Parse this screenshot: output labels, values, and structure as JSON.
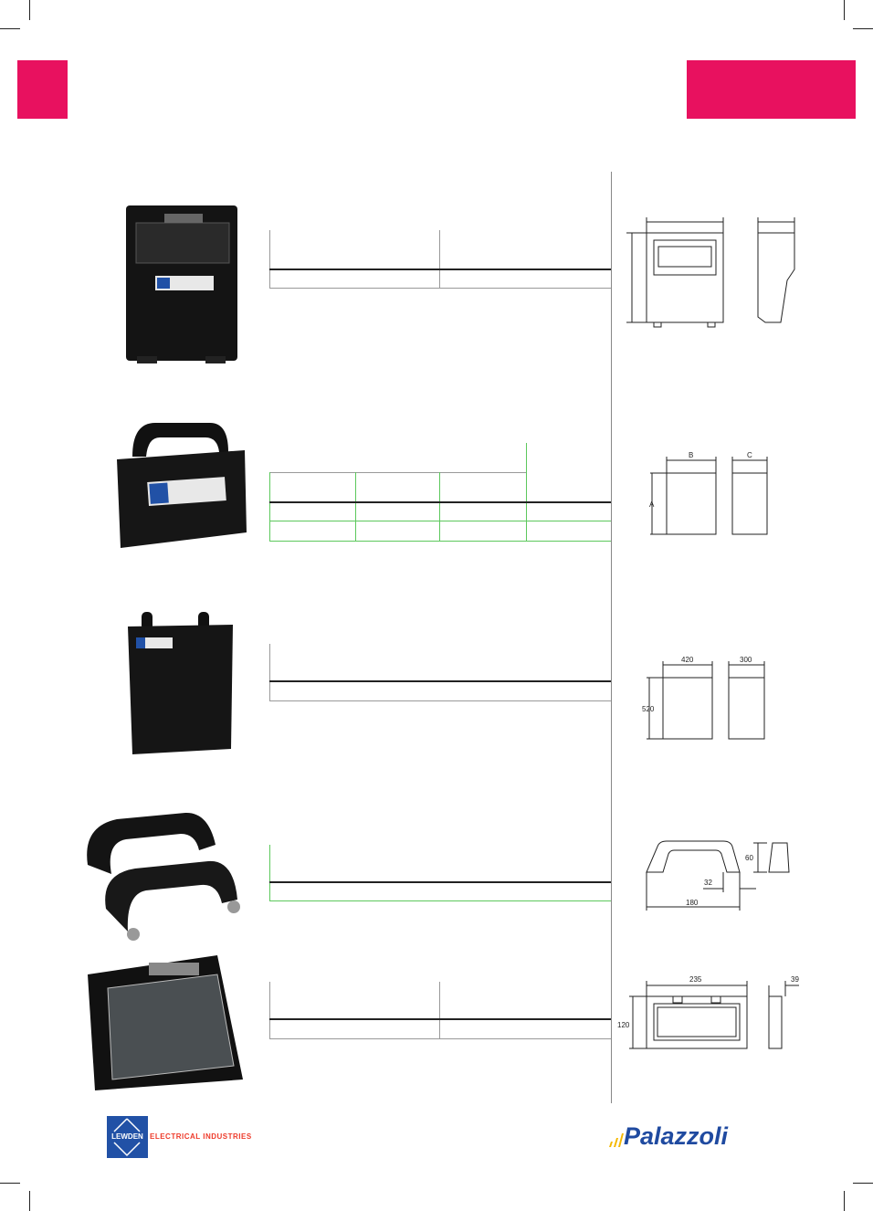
{
  "colors": {
    "accent": "#e8115f",
    "table_green": "#5cc85c",
    "lewden_blue": "#2151a6",
    "lewden_red": "#ee3a2a",
    "palazzoli_blue": "#1f4aa0",
    "palazzoli_yellow": "#f5b800"
  },
  "drawings": {
    "generic": {
      "height": "A",
      "width": "B",
      "depth": "C"
    },
    "enclosure": {
      "width": "420",
      "depth": "300",
      "height": "520"
    },
    "handle": {
      "height": "60",
      "offset": "32",
      "length": "180"
    },
    "window": {
      "width": "235",
      "depth": "39",
      "height": "120"
    }
  },
  "footer": {
    "lewden_mark": "LEWDEN",
    "lewden_text": "ELECTRICAL INDUSTRIES",
    "palazzoli": "Palazzoli"
  }
}
